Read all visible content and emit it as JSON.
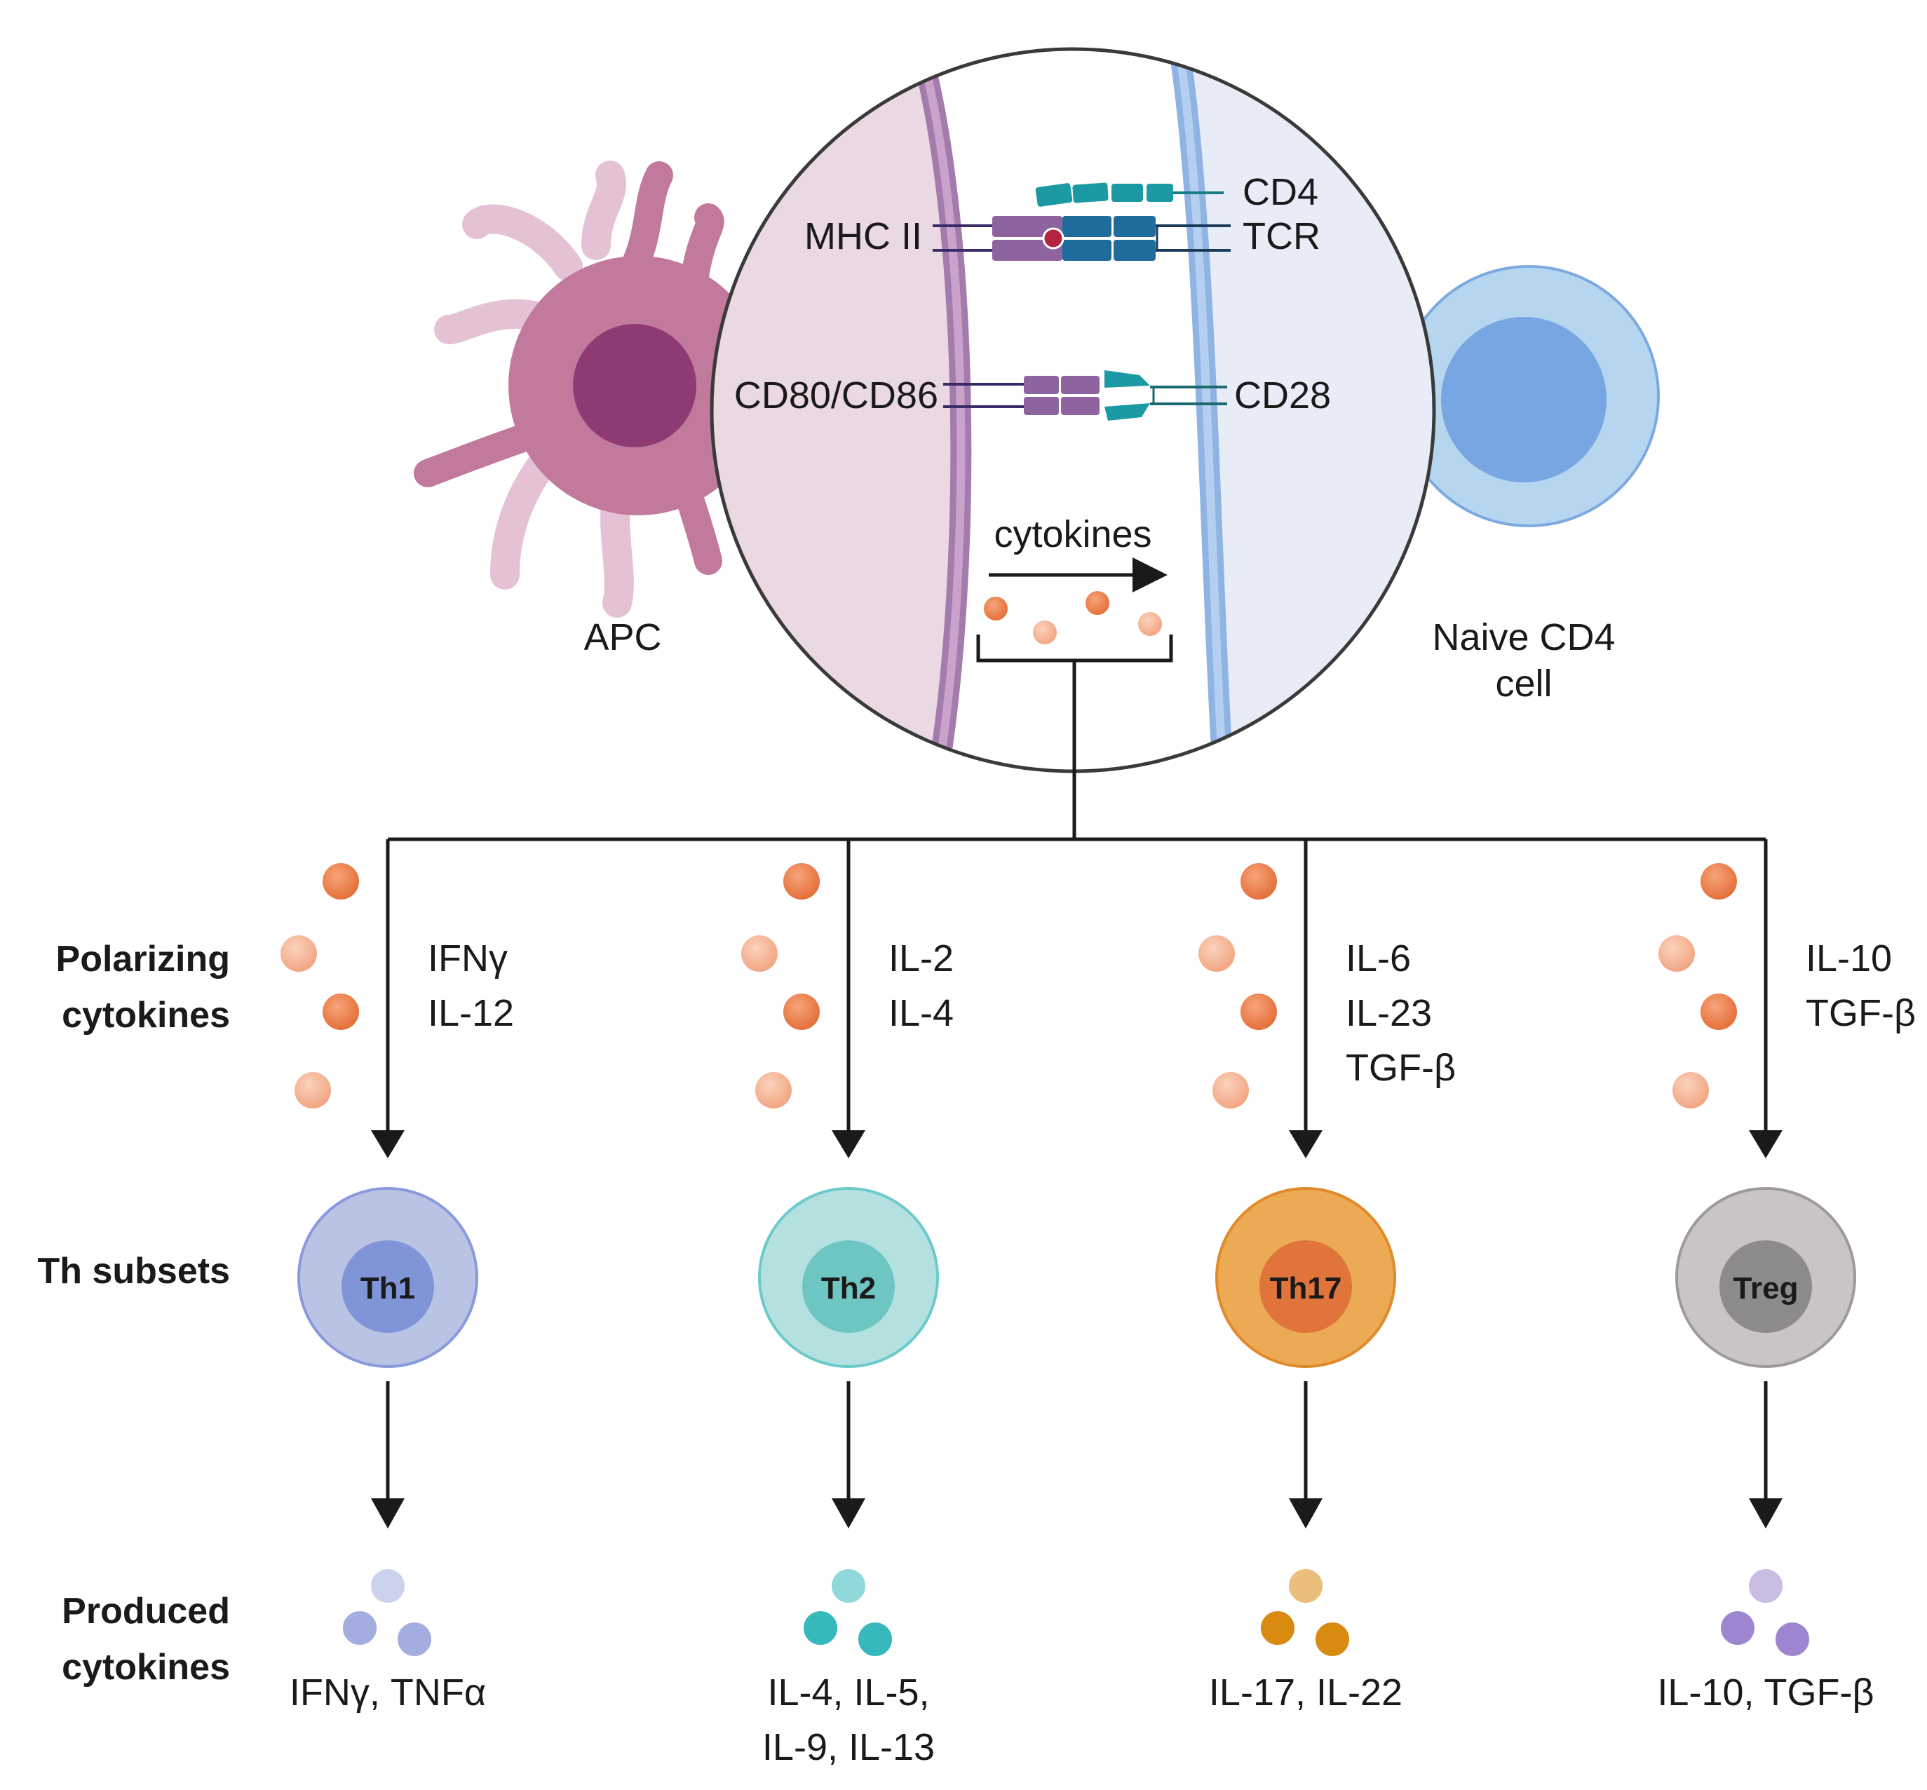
{
  "top": {
    "apc_label": "APC",
    "naive_label_line1": "Naive CD4",
    "naive_label_line2": "cell",
    "receptors": {
      "cd4": "CD4",
      "mhc": "MHC II",
      "tcr": "TCR",
      "cd80": "CD80/CD86",
      "cd28": "CD28"
    },
    "cytokines_label": "cytokines"
  },
  "row_labels": {
    "polarizing_1": "Polarizing",
    "polarizing_2": "cytokines",
    "subsets": "Th subsets",
    "produced_1": "Produced",
    "produced_2": "cytokines"
  },
  "subsets": [
    {
      "name": "Th1",
      "polarizing": [
        "IFNγ",
        "IL-12",
        ""
      ],
      "produced": [
        "IFNγ, TNFα",
        ""
      ],
      "colors": {
        "outer": "#b9c3e3",
        "outer_stroke": "#8a99dd",
        "inner": "#7f95d8",
        "dot": "#a3addf"
      }
    },
    {
      "name": "Th2",
      "polarizing": [
        "IL-2",
        "IL-4",
        ""
      ],
      "produced": [
        "IL-4, IL-5,",
        "IL-9, IL-13"
      ],
      "colors": {
        "outer": "#b4e0e0",
        "outer_stroke": "#6ccaca",
        "inner": "#6ec6c3",
        "dot": "#36b8bd"
      }
    },
    {
      "name": "Th17",
      "polarizing": [
        "IL-6",
        "IL-23",
        "TGF-β"
      ],
      "produced": [
        "IL-17, IL-22",
        ""
      ],
      "colors": {
        "outer": "#ecaa55",
        "outer_stroke": "#e08a2a",
        "inner": "#e0743a",
        "dot": "#d98a10"
      }
    },
    {
      "name": "Treg",
      "polarizing": [
        "IL-10",
        "TGF-β",
        ""
      ],
      "produced": [
        "IL-10, TGF-β",
        ""
      ],
      "colors": {
        "outer": "#c8c5c4",
        "outer_stroke": "#9d9a99",
        "inner": "#8d8a8a",
        "dot": "#9d86cf"
      }
    }
  ],
  "colors": {
    "apc_body": "#c17a9c",
    "apc_nucleus": "#8e3b73",
    "apc_membrane": "#b77fb4",
    "naive_outer": "#b6d6ef",
    "naive_inner": "#77a6e2",
    "naive_membrane": "#8fb3e3",
    "cytokine_dark": "#e9804b",
    "cytokine_light": "#f6b695",
    "mhc": "#8d64a0",
    "tcr": "#1f6b9c",
    "cd4": "#1c9aa4",
    "peptide": "#b2243f",
    "arrow": "#1a1a1a"
  }
}
